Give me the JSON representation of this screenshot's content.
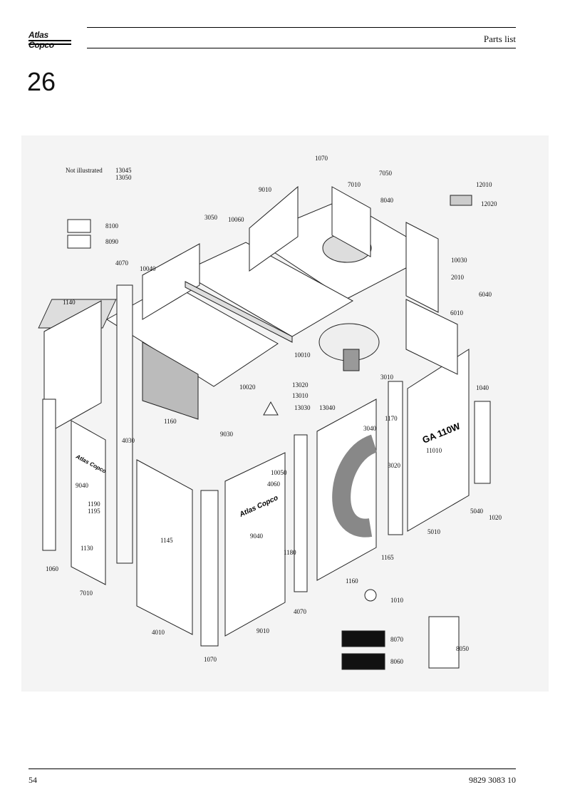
{
  "header": {
    "brand": "Atlas Copco",
    "section_title": "Parts list"
  },
  "chapter": "26",
  "figure": {
    "note": "Not illustrated",
    "not_illustrated_parts": [
      "13045",
      "13050"
    ],
    "panel_text_model": "GA 110W",
    "panel_text_brand": "Atlas Copco",
    "labels": [
      "1070",
      "7050",
      "9010",
      "7010",
      "8040",
      "12010",
      "12020",
      "3050",
      "10060",
      "8100",
      "8090",
      "4070",
      "10040",
      "10030",
      "2010",
      "1140",
      "6040",
      "6010",
      "10010",
      "10020",
      "13020",
      "13010",
      "3010",
      "1040",
      "13030",
      "13040",
      "1170",
      "3040",
      "9030",
      "4030",
      "1160",
      "9040",
      "11010",
      "10050",
      "4060",
      "3020",
      "1190",
      "1195",
      "1145",
      "5040",
      "1020",
      "5010",
      "1130",
      "1180",
      "1165",
      "1060",
      "9040",
      "1160",
      "7010",
      "1010",
      "4070",
      "8070",
      "8050",
      "4010",
      "9010",
      "8060",
      "1070"
    ]
  },
  "footer": {
    "page_number": "54",
    "document_number": "9829 3083 10"
  }
}
